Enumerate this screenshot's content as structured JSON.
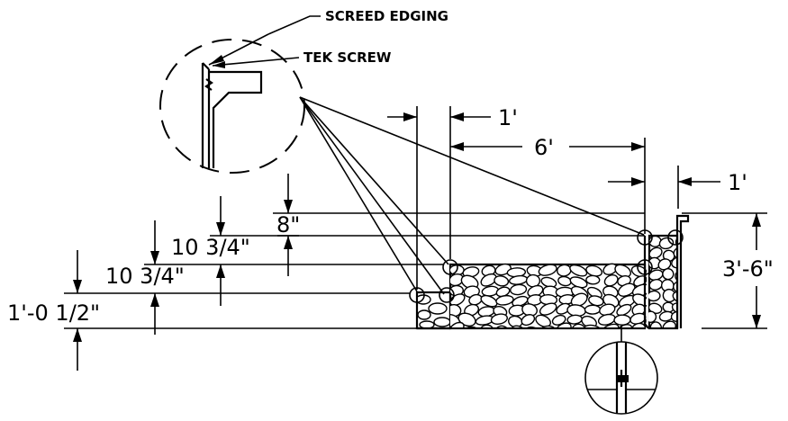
{
  "labels": {
    "screed_edging": "SCREED EDGING",
    "tek_screw": "TEK SCREW",
    "dim_1ft_top": "1'",
    "dim_6ft": "6'",
    "dim_1ft_right": "1'",
    "dim_8in": "8\"",
    "dim_10_3_4_upper": "10 3/4\"",
    "dim_10_3_4_lower": "10 3/4\"",
    "dim_1ft_0_1_2": "1'-0 1/2\"",
    "dim_3ft_6in": "3'-6\""
  }
}
